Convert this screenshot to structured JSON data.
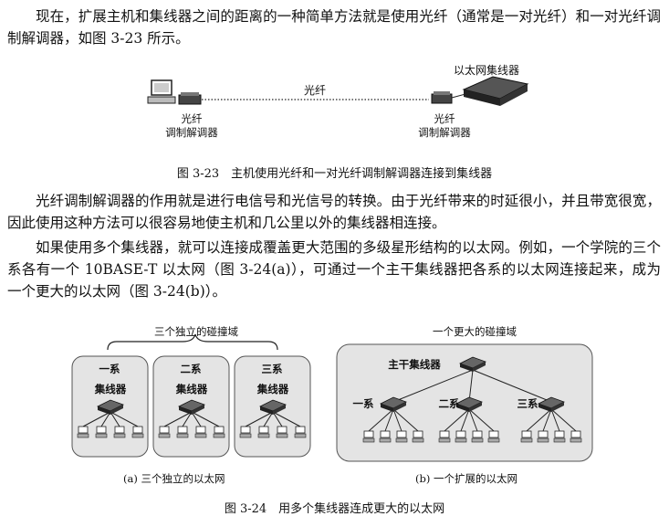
{
  "para1": "现在，扩展主机和集线器之间的距离的一种简单方法就是使用光纤（通常是一对光纤）和一对光纤调制解调器，如图 3-23 所示。",
  "fig323": {
    "hub_label": "以太网集线器",
    "fiber_label": "光纤",
    "modem_left_1": "光纤",
    "modem_left_2": "调制解调器",
    "modem_right_1": "光纤",
    "modem_right_2": "调制解调器",
    "caption": "图 3-23　主机使用光纤和一对光纤调制解调器连接到集线器"
  },
  "para2": "光纤调制解调器的作用就是进行电信号和光信号的转换。由于光纤带来的时延很小，并且带宽很宽，因此使用这种方法可以很容易地使主机和几公里以外的集线器相连接。",
  "para3": "如果使用多个集线器，就可以连接成覆盖更大范围的多级星形结构的以太网。例如，一个学院的三个系各有一个 10BASE-T 以太网（图 3-24(a)），可通过一个主干集线器把各系的以太网连接起来，成为一个更大的以太网（图 3-24(b)）。",
  "fig324": {
    "a_top_label": "三个独立的碰撞域",
    "b_top_label": "一个更大的碰撞域",
    "dept1": "一系",
    "dept2": "二系",
    "dept3": "三系",
    "hub": "集线器",
    "backbone_hub": "主干集线器",
    "sub_a": "(a) 三个独立的以太网",
    "sub_b": "(b) 一个扩展的以太网",
    "caption": "图 3-24　用多个集线器连成更大的以太网"
  }
}
